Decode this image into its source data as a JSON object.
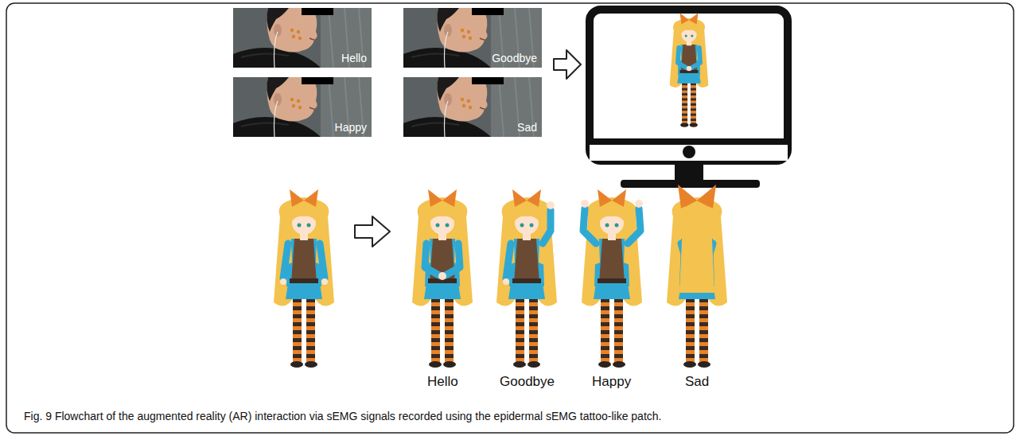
{
  "diagram": {
    "caption": "Fig. 9 Flowchart of the augmented reality (AR) interaction via sEMG signals recorded using the epidermal sEMG tattoo-like patch.",
    "nodes": [
      {
        "text": [
          "Hello"
        ]
      },
      {
        "text": [
          "Goodbye"
        ]
      },
      {
        "text": [
          "Happy"
        ]
      },
      {
        "text": [
          "Sad"
        ]
      }
    ],
    "labels": [
      "Hello",
      "Goodbye",
      "Happy",
      "Sad"
    ]
  }
}
